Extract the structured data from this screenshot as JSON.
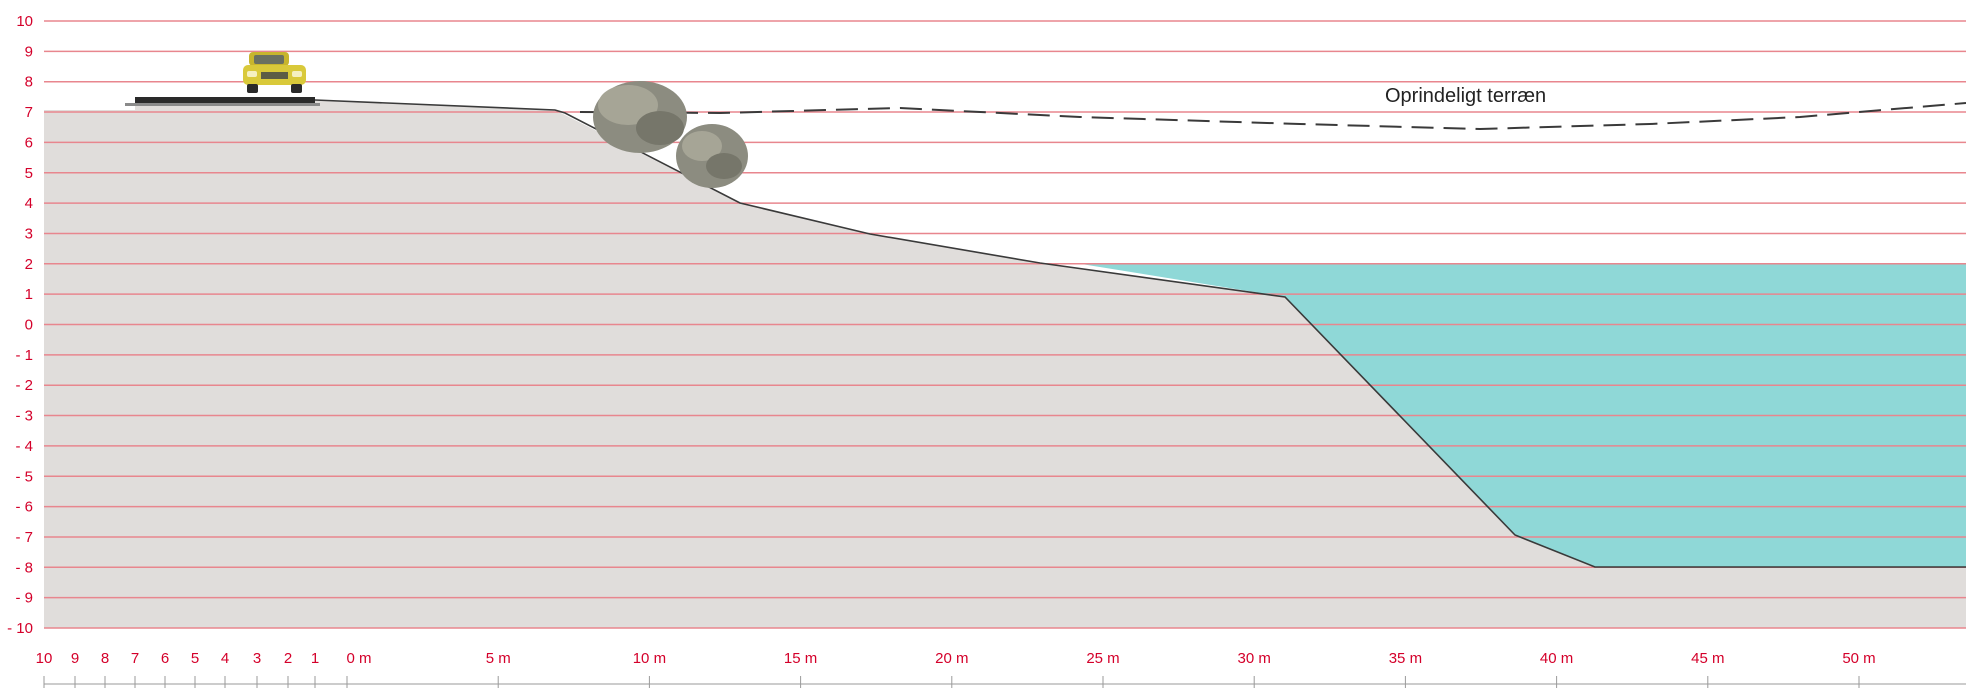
{
  "diagram": {
    "annotation": "Oprindeligt terræn",
    "y_levels": [
      "10",
      "9",
      "8",
      "7",
      "6",
      "5",
      "4",
      "3",
      "2",
      "1",
      "0",
      "- 1",
      "- 2",
      "- 3",
      "- 4",
      "- 5",
      "- 6",
      "- 7",
      "- 8",
      "- 9",
      "- 10"
    ],
    "x_left_labels": [
      "10",
      "9",
      "8",
      "7",
      "6",
      "5",
      "4",
      "3",
      "2",
      "1"
    ],
    "x_right_labels": [
      "0 m",
      "5 m",
      "10 m",
      "15 m",
      "20 m",
      "25 m",
      "30 m",
      "35 m",
      "40 m",
      "45 m",
      "50 m"
    ],
    "water_level": 2,
    "lake_bottom": -8,
    "colors": {
      "grid": "#e8868e",
      "label": "#d4002a",
      "ground": "#e0dddb",
      "water": "#8fd8d7",
      "surface_line": "#3a3a3a",
      "dashed_line": "#3a3a3a",
      "road": "#2a2a2a",
      "car_body": "#d9c93a",
      "tree": "#8c8c80"
    },
    "icons": [
      "car-icon",
      "bush-icon"
    ]
  }
}
